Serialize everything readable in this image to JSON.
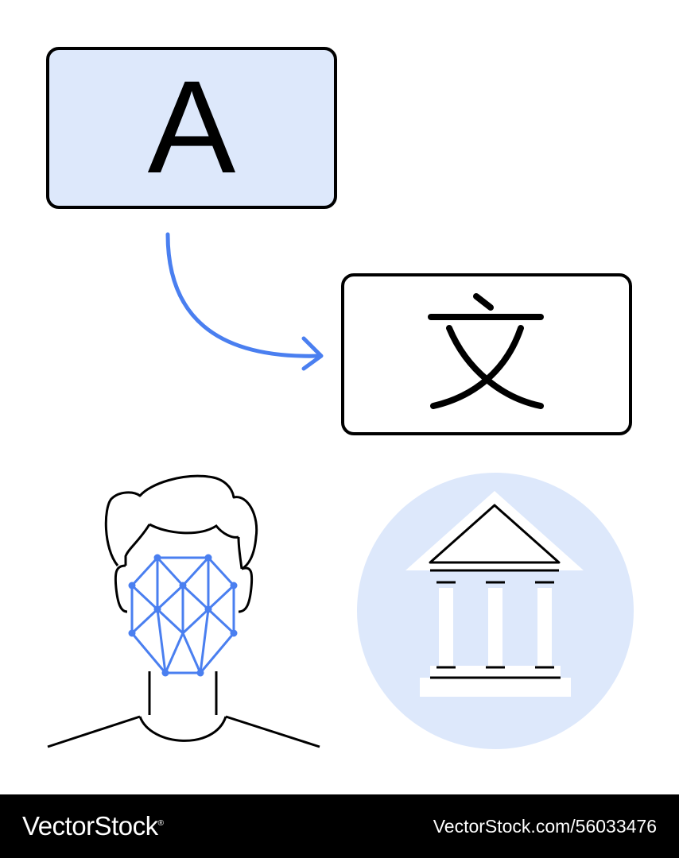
{
  "illustration": {
    "source_letter": "A",
    "target_character": "文",
    "colors": {
      "accent_blue": "#4a7ff0",
      "light_blue": "#dde8fb",
      "stroke": "#000000",
      "background": "#ffffff"
    },
    "icons": [
      "translate-arrow-icon",
      "face-recognition-icon",
      "bank-building-icon"
    ]
  },
  "footer": {
    "brand": "VectorStock",
    "registered_mark": "®",
    "image_ref": "VectorStock.com/56033476"
  }
}
